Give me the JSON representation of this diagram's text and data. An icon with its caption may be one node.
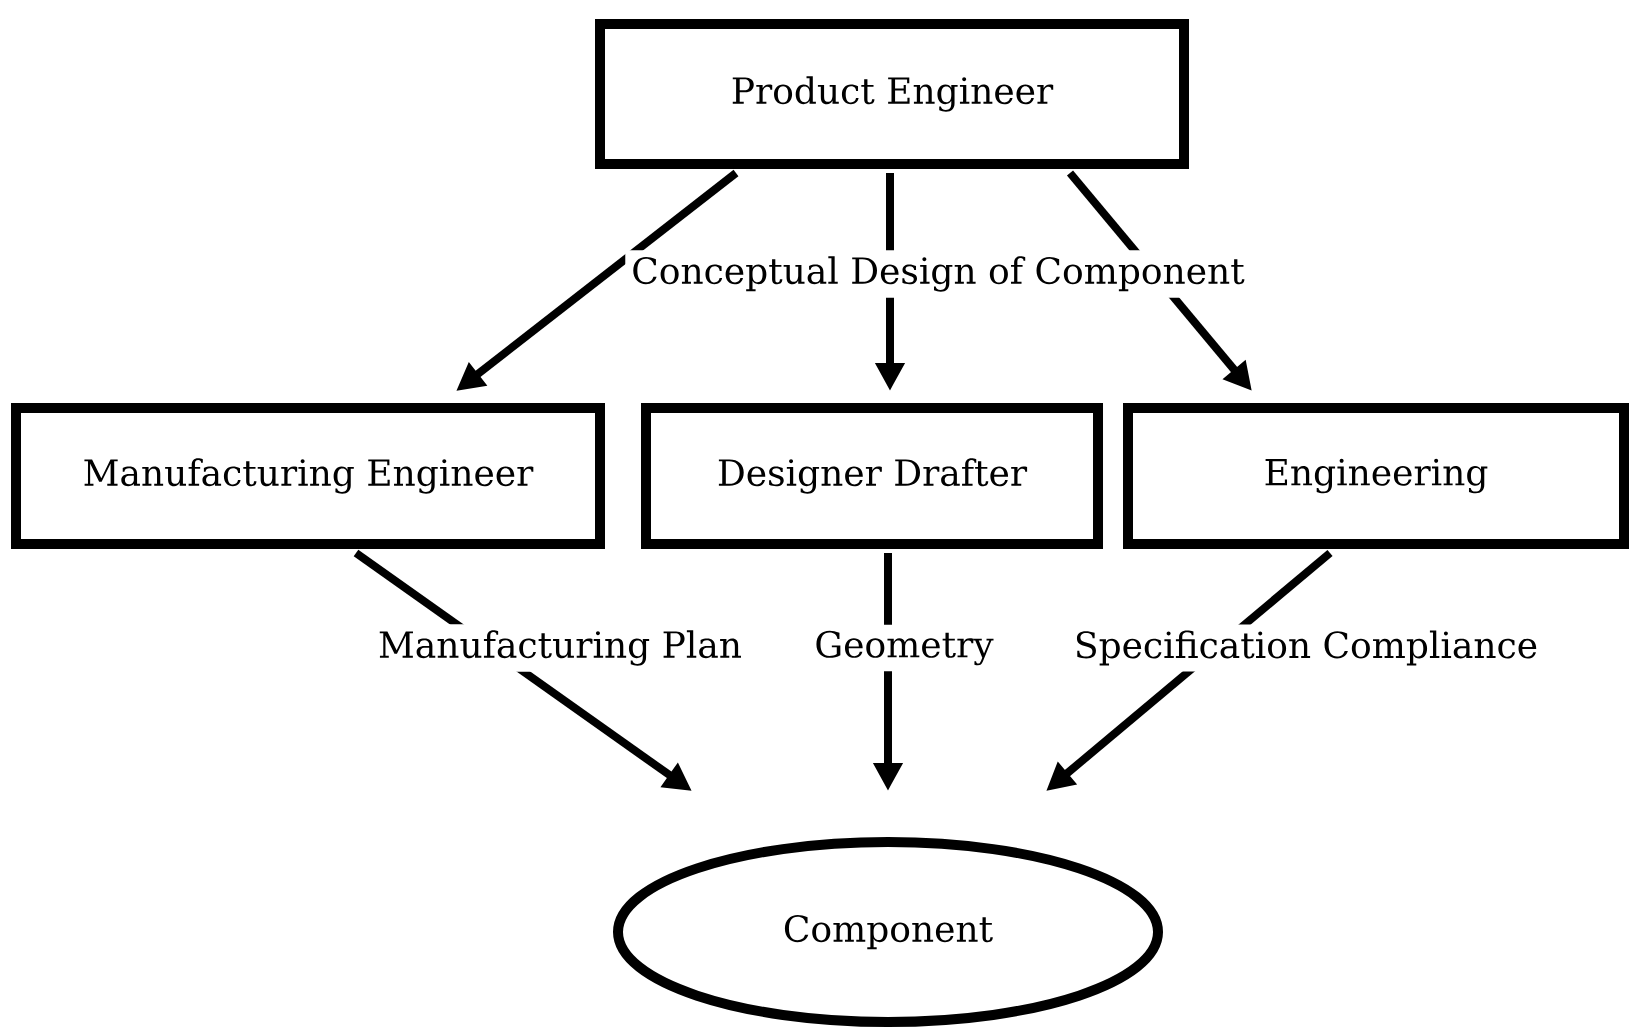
{
  "diagram": {
    "nodes": [
      {
        "text": [
          "Product Engineer"
        ]
      },
      {
        "text": [
          "Manufacturing Engineer"
        ]
      },
      {
        "text": [
          "Designer Drafter"
        ]
      },
      {
        "text": [
          "Engineering"
        ]
      },
      {
        "text": [
          "Component"
        ]
      }
    ],
    "edges": [
      {
        "from": 0,
        "to": 1,
        "arrow": "to"
      },
      {
        "from": 0,
        "to": 2,
        "arrow": "to",
        "label": "Conceptual Design of Component"
      },
      {
        "from": 0,
        "to": 3,
        "arrow": "to"
      },
      {
        "from": 1,
        "to": 4,
        "arrow": "to",
        "label": "Manufacturing Plan"
      },
      {
        "from": 2,
        "to": 4,
        "arrow": "to",
        "label": "Geometry"
      },
      {
        "from": 3,
        "to": 4,
        "arrow": "to",
        "label": "Specification Compliance"
      }
    ]
  }
}
